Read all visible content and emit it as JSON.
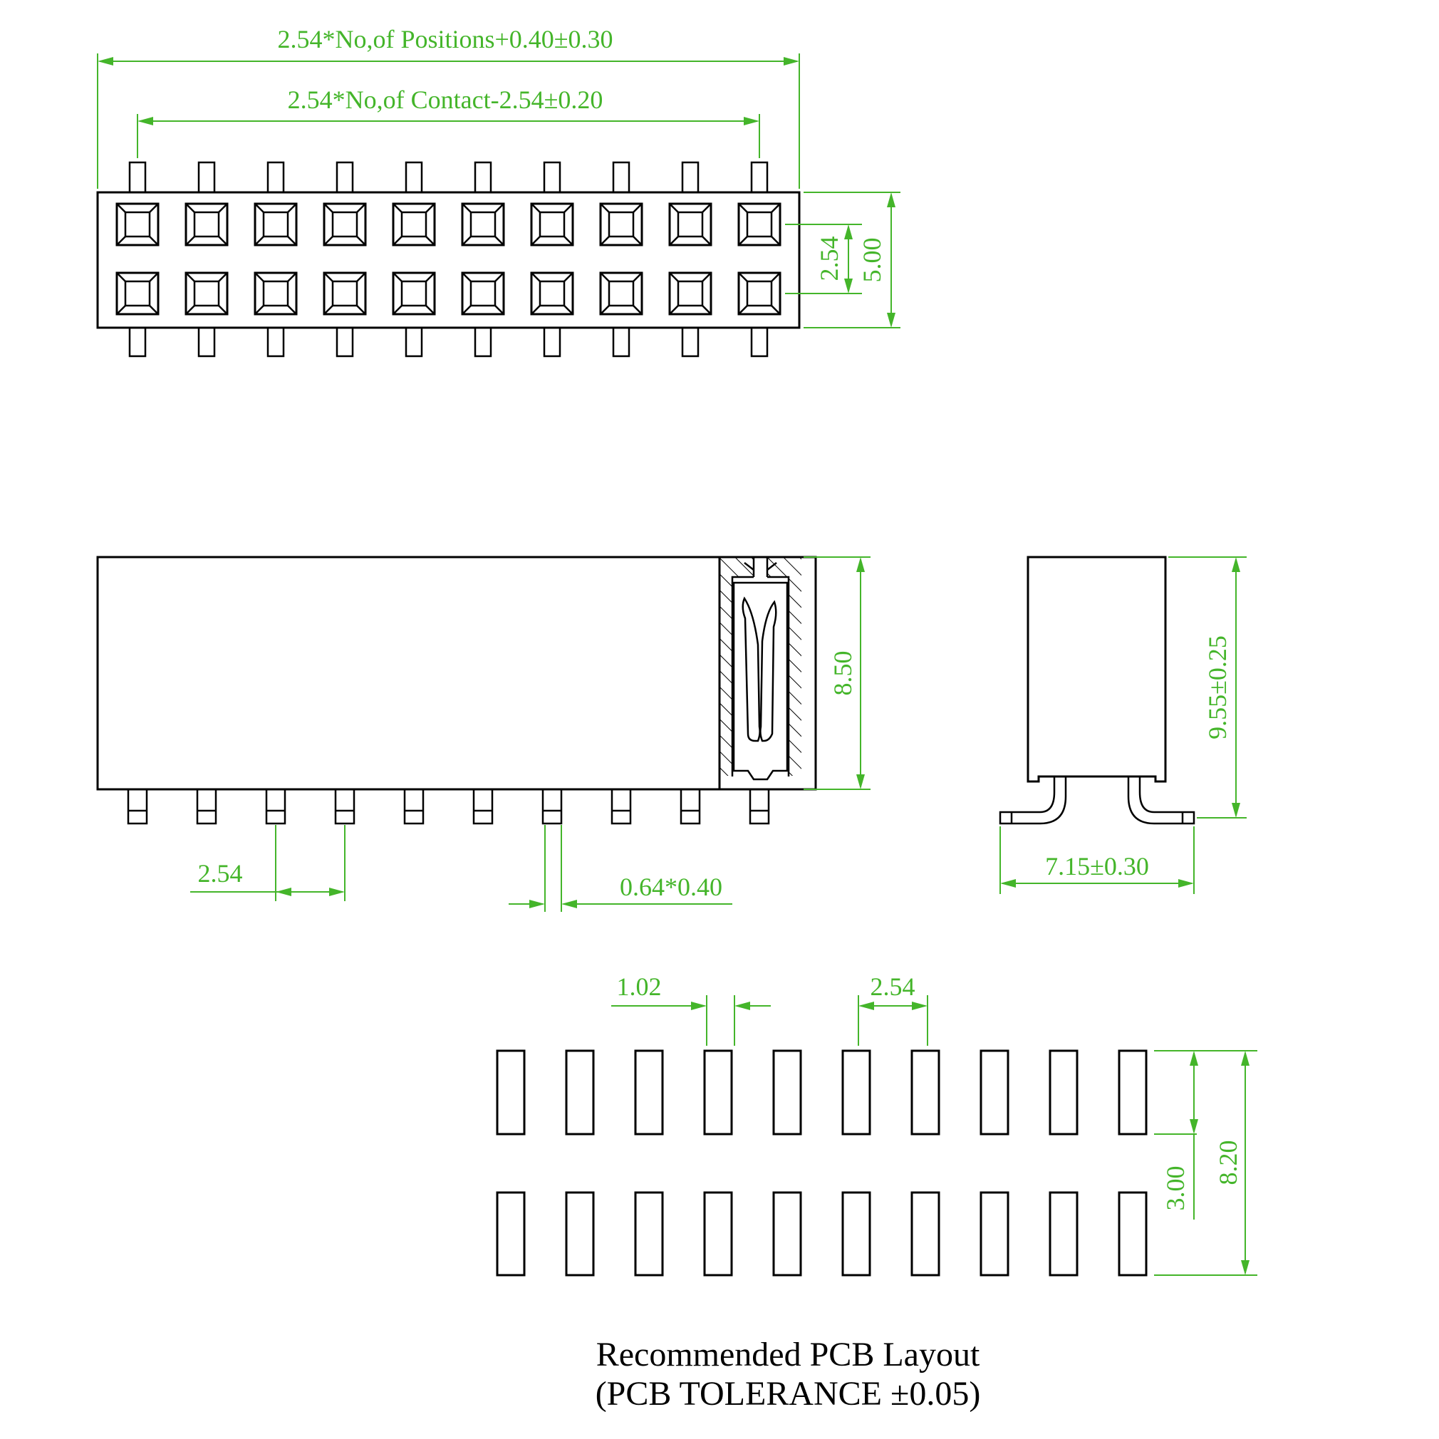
{
  "top_view": {
    "dim_overall": "2.54*No,of Positions+0.40±0.30",
    "dim_contacts": "2.54*No,of Contact-2.54±0.20",
    "dim_row_pitch": "2.54",
    "dim_body_width": "5.00"
  },
  "front_view": {
    "dim_height": "8.50",
    "dim_pitch": "2.54",
    "dim_pin": "0.64*0.40"
  },
  "side_view": {
    "dim_height": "9.55±0.25",
    "dim_footprint": "7.15±0.30"
  },
  "pcb_layout": {
    "dim_pad_width": "1.02",
    "dim_pitch": "2.54",
    "dim_gap": "3.00",
    "dim_overall": "8.20",
    "caption_line1": "Recommended PCB Layout",
    "caption_line2": "(PCB TOLERANCE ±0.05)"
  },
  "colors": {
    "dimension": "#44b52a",
    "outline": "#000000"
  },
  "positions_per_row": 10
}
